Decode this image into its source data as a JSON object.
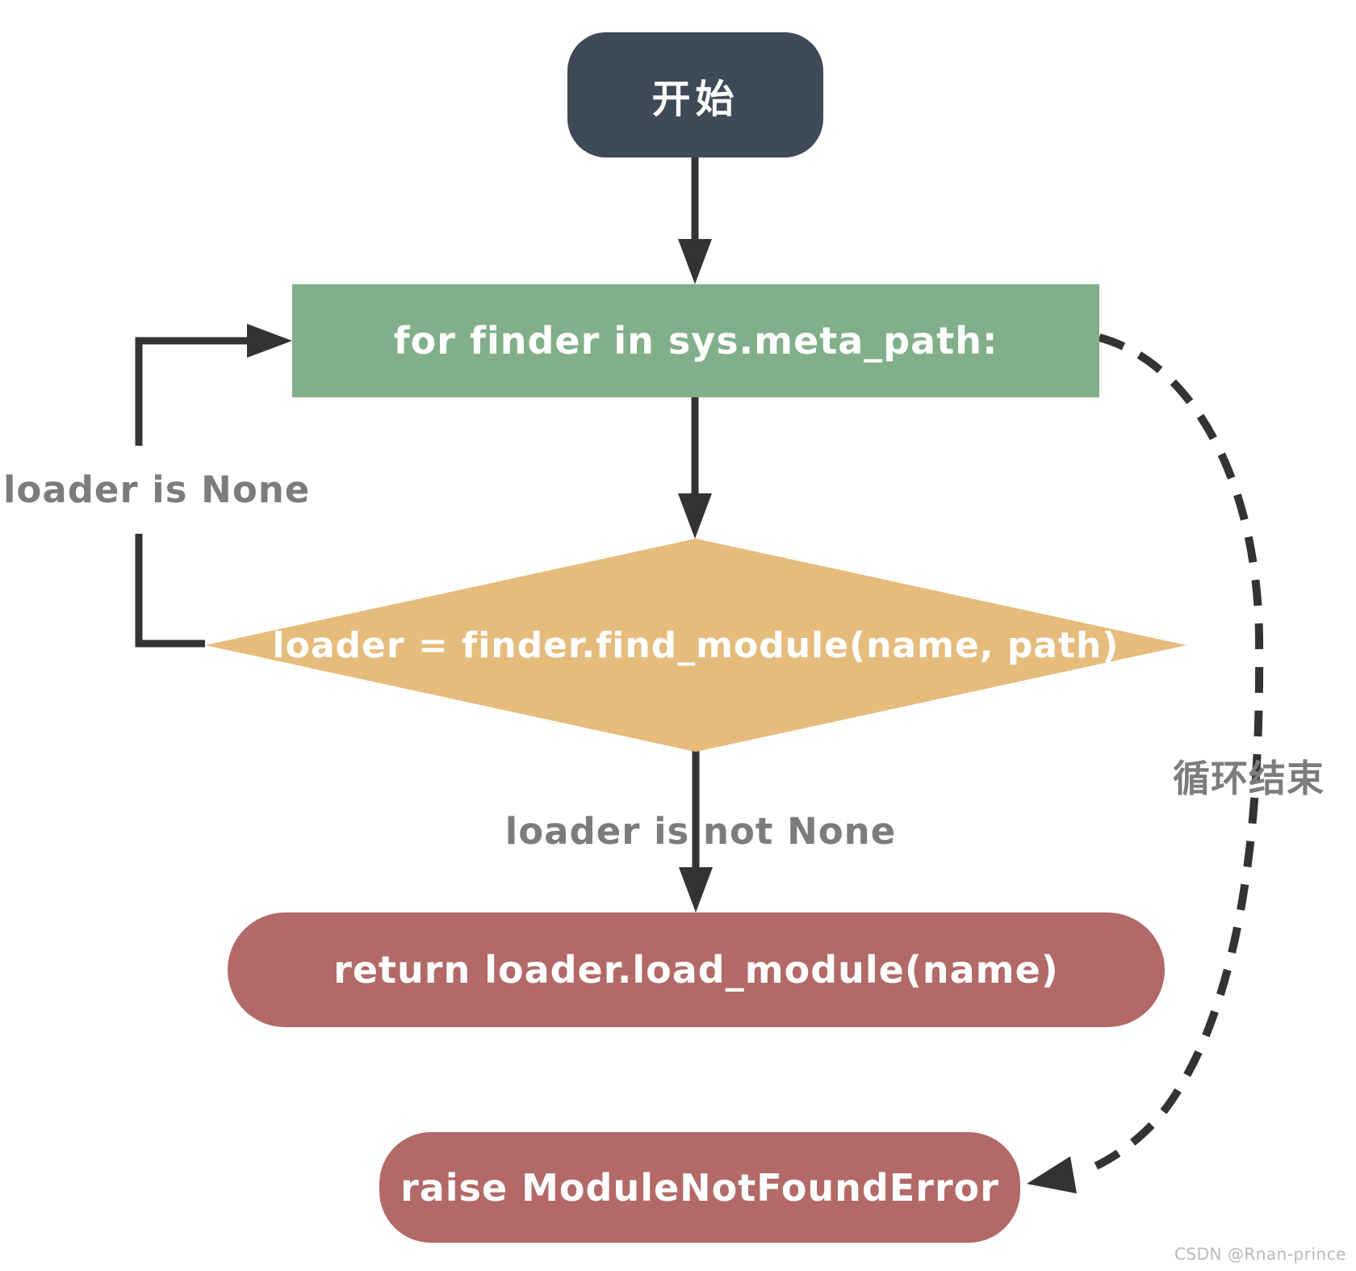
{
  "diagram": {
    "type": "flowchart",
    "nodes": {
      "start": {
        "shape": "terminator",
        "label": "开始"
      },
      "for_loop": {
        "shape": "process",
        "label": "for finder in sys.meta_path:"
      },
      "decision": {
        "shape": "decision",
        "label": "loader = finder.find_module(name, path)"
      },
      "return": {
        "shape": "terminator",
        "label": "return loader.load_module(name)"
      },
      "raise": {
        "shape": "terminator",
        "label": "raise ModuleNotFoundError"
      }
    },
    "edges": {
      "start_to_loop": {
        "from": "start",
        "to": "for_loop",
        "label": ""
      },
      "loop_to_decision": {
        "from": "for_loop",
        "to": "decision",
        "label": ""
      },
      "decision_to_return": {
        "from": "decision",
        "to": "return",
        "label": "loader is not None"
      },
      "decision_to_loop": {
        "from": "decision",
        "to": "for_loop",
        "label": "loader is None"
      },
      "loop_to_raise": {
        "from": "for_loop",
        "to": "raise",
        "label": "循环结束",
        "style": "dashed"
      }
    },
    "colors": {
      "start_fill": "#3e4a57",
      "process_fill": "#80af89",
      "decision_fill": "#e6bc7c",
      "terminal_fill": "#b26967",
      "connector": "#333333",
      "edge_label": "#7c7c7c",
      "watermark": "#b9b9b9"
    },
    "watermark": "CSDN @Rnan-prince"
  }
}
